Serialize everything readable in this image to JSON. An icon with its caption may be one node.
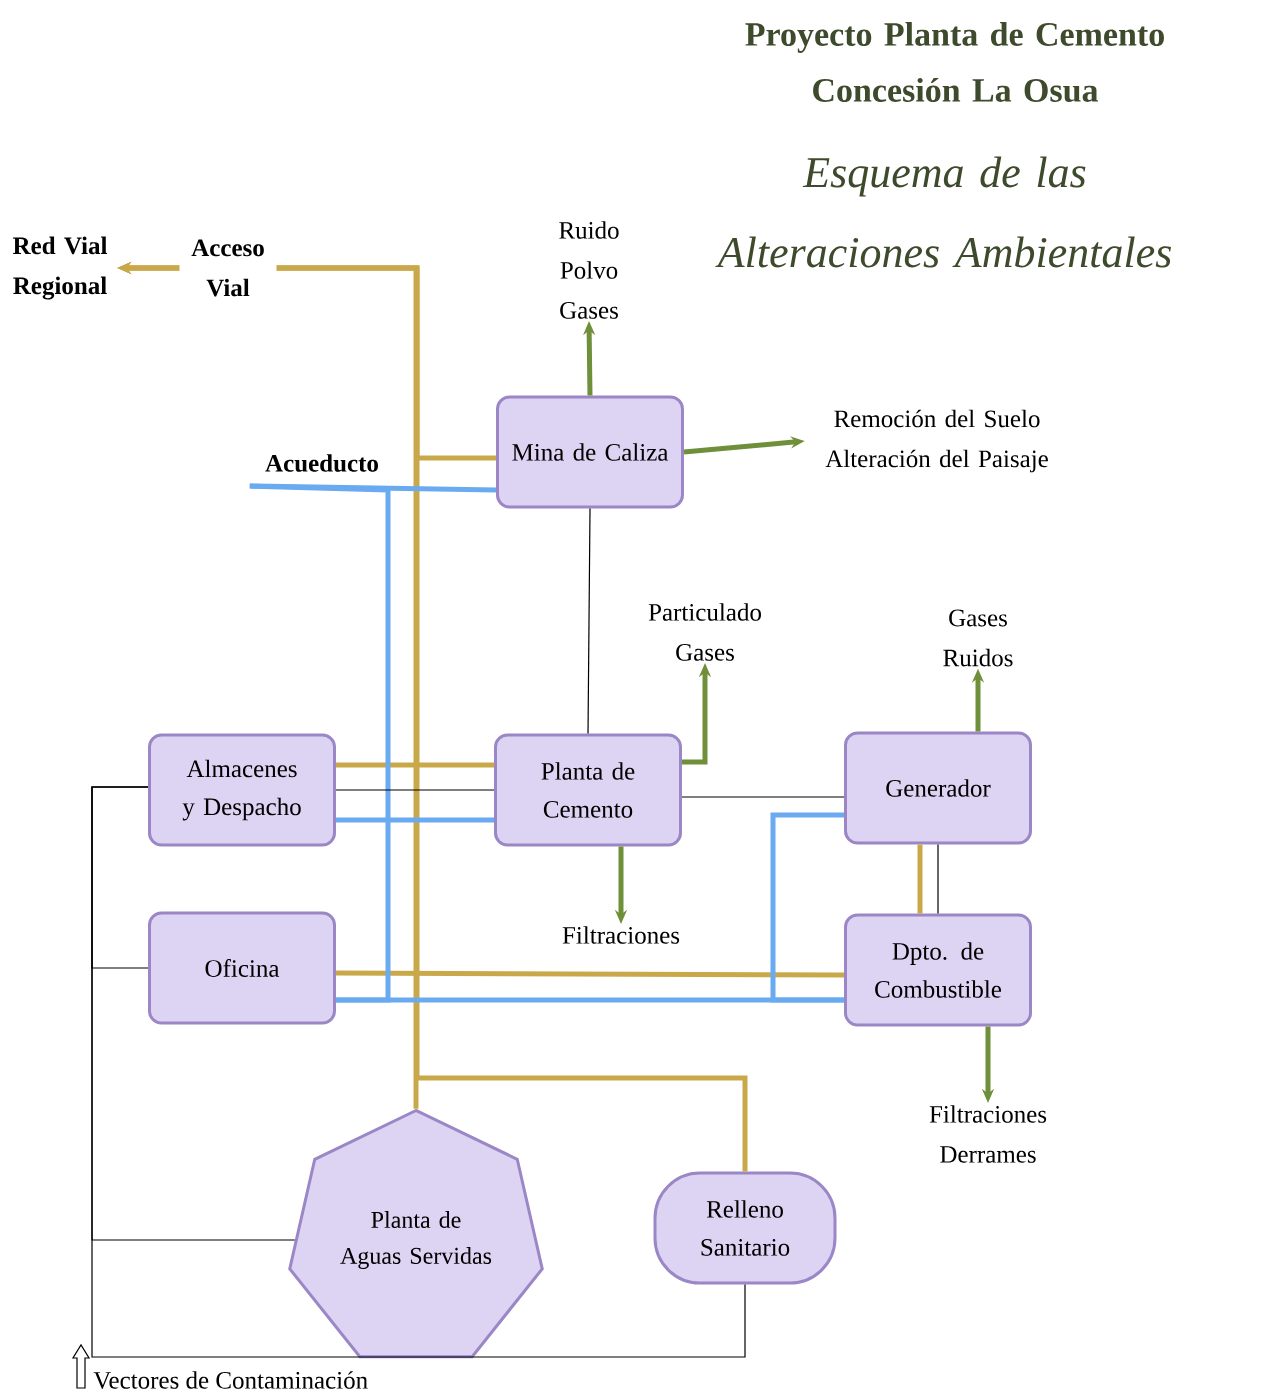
{
  "diagram": {
    "title": "Proyecto Planta de Cemento Concesión La Osua",
    "nodes": [
      {
        "text": [
          "Mina de Caliza"
        ]
      },
      {
        "text": [
          "Almacenes y Despacho"
        ]
      },
      {
        "text": [
          "Planta de Cemento"
        ]
      },
      {
        "text": [
          "Generador"
        ]
      },
      {
        "text": [
          "Oficina"
        ]
      },
      {
        "text": [
          "Dpto. de Combustible"
        ]
      },
      {
        "text": [
          "Planta de Aguas Servidas"
        ]
      },
      {
        "text": [
          "Relleno Sanitario"
        ]
      },
      {
        "text": [
          "Ruido Polvo Gases"
        ]
      },
      {
        "text": [
          "Remoción del Suelo Alteración del Paisaje"
        ]
      },
      {
        "text": [
          "Particulado Gases"
        ]
      },
      {
        "text": [
          "Filtraciones"
        ]
      },
      {
        "text": [
          "Gases Ruidos"
        ]
      },
      {
        "text": [
          "Filtraciones Derrames"
        ]
      },
      {
        "text": [
          "Red Vial Regional"
        ]
      },
      {
        "text": [
          "Acueducto"
        ]
      }
    ],
    "edges": [
      {
        "from": 6,
        "to": 14,
        "arrow": "to",
        "label": "Acceso Vial",
        "color": "#c9a84a"
      },
      {
        "from": 0,
        "to": 14,
        "arrow": "to",
        "color": "#c9a84a"
      },
      {
        "from": 7,
        "to": 14,
        "arrow": "to",
        "color": "#c9a84a"
      },
      {
        "from": 1,
        "to": 2,
        "arrow": "none",
        "color": "#c9a84a"
      },
      {
        "from": 4,
        "to": 5,
        "arrow": "none",
        "color": "#c9a84a"
      },
      {
        "from": 3,
        "to": 5,
        "arrow": "none",
        "color": "#c9a84a"
      },
      {
        "from": 15,
        "to": 0,
        "arrow": "none",
        "color": "#6aaaf0"
      },
      {
        "from": 15,
        "to": 4,
        "arrow": "none",
        "color": "#6aaaf0"
      },
      {
        "from": 4,
        "to": 5,
        "arrow": "none",
        "color": "#6aaaf0"
      },
      {
        "from": 5,
        "to": 3,
        "arrow": "none",
        "color": "#6aaaf0"
      },
      {
        "from": 1,
        "to": 2,
        "arrow": "none",
        "color": "#6aaaf0"
      },
      {
        "from": 0,
        "to": 2,
        "arrow": "none"
      },
      {
        "from": 1,
        "to": 2,
        "arrow": "none"
      },
      {
        "from": 2,
        "to": 3,
        "arrow": "none"
      },
      {
        "from": 3,
        "to": 5,
        "arrow": "none"
      },
      {
        "from": 1,
        "to": 4,
        "arrow": "none"
      },
      {
        "from": 1,
        "to": 6,
        "arrow": "none"
      },
      {
        "from": 7,
        "to": 1,
        "arrow": "none"
      },
      {
        "from": 0,
        "to": 8,
        "arrow": "to",
        "color": "#6f8f3a"
      },
      {
        "from": 0,
        "to": 9,
        "arrow": "to",
        "color": "#6f8f3a"
      },
      {
        "from": 2,
        "to": 10,
        "arrow": "to",
        "color": "#6f8f3a"
      },
      {
        "from": 2,
        "to": 11,
        "arrow": "to",
        "color": "#6f8f3a"
      },
      {
        "from": 3,
        "to": 12,
        "arrow": "to",
        "color": "#6f8f3a"
      },
      {
        "from": 5,
        "to": 13,
        "arrow": "to",
        "color": "#6f8f3a"
      }
    ],
    "labels": [
      "Esquema de las Alteraciones Ambientales"
    ],
    "legend": [
      {
        "text": "Vectores de Contaminación"
      }
    ]
  }
}
